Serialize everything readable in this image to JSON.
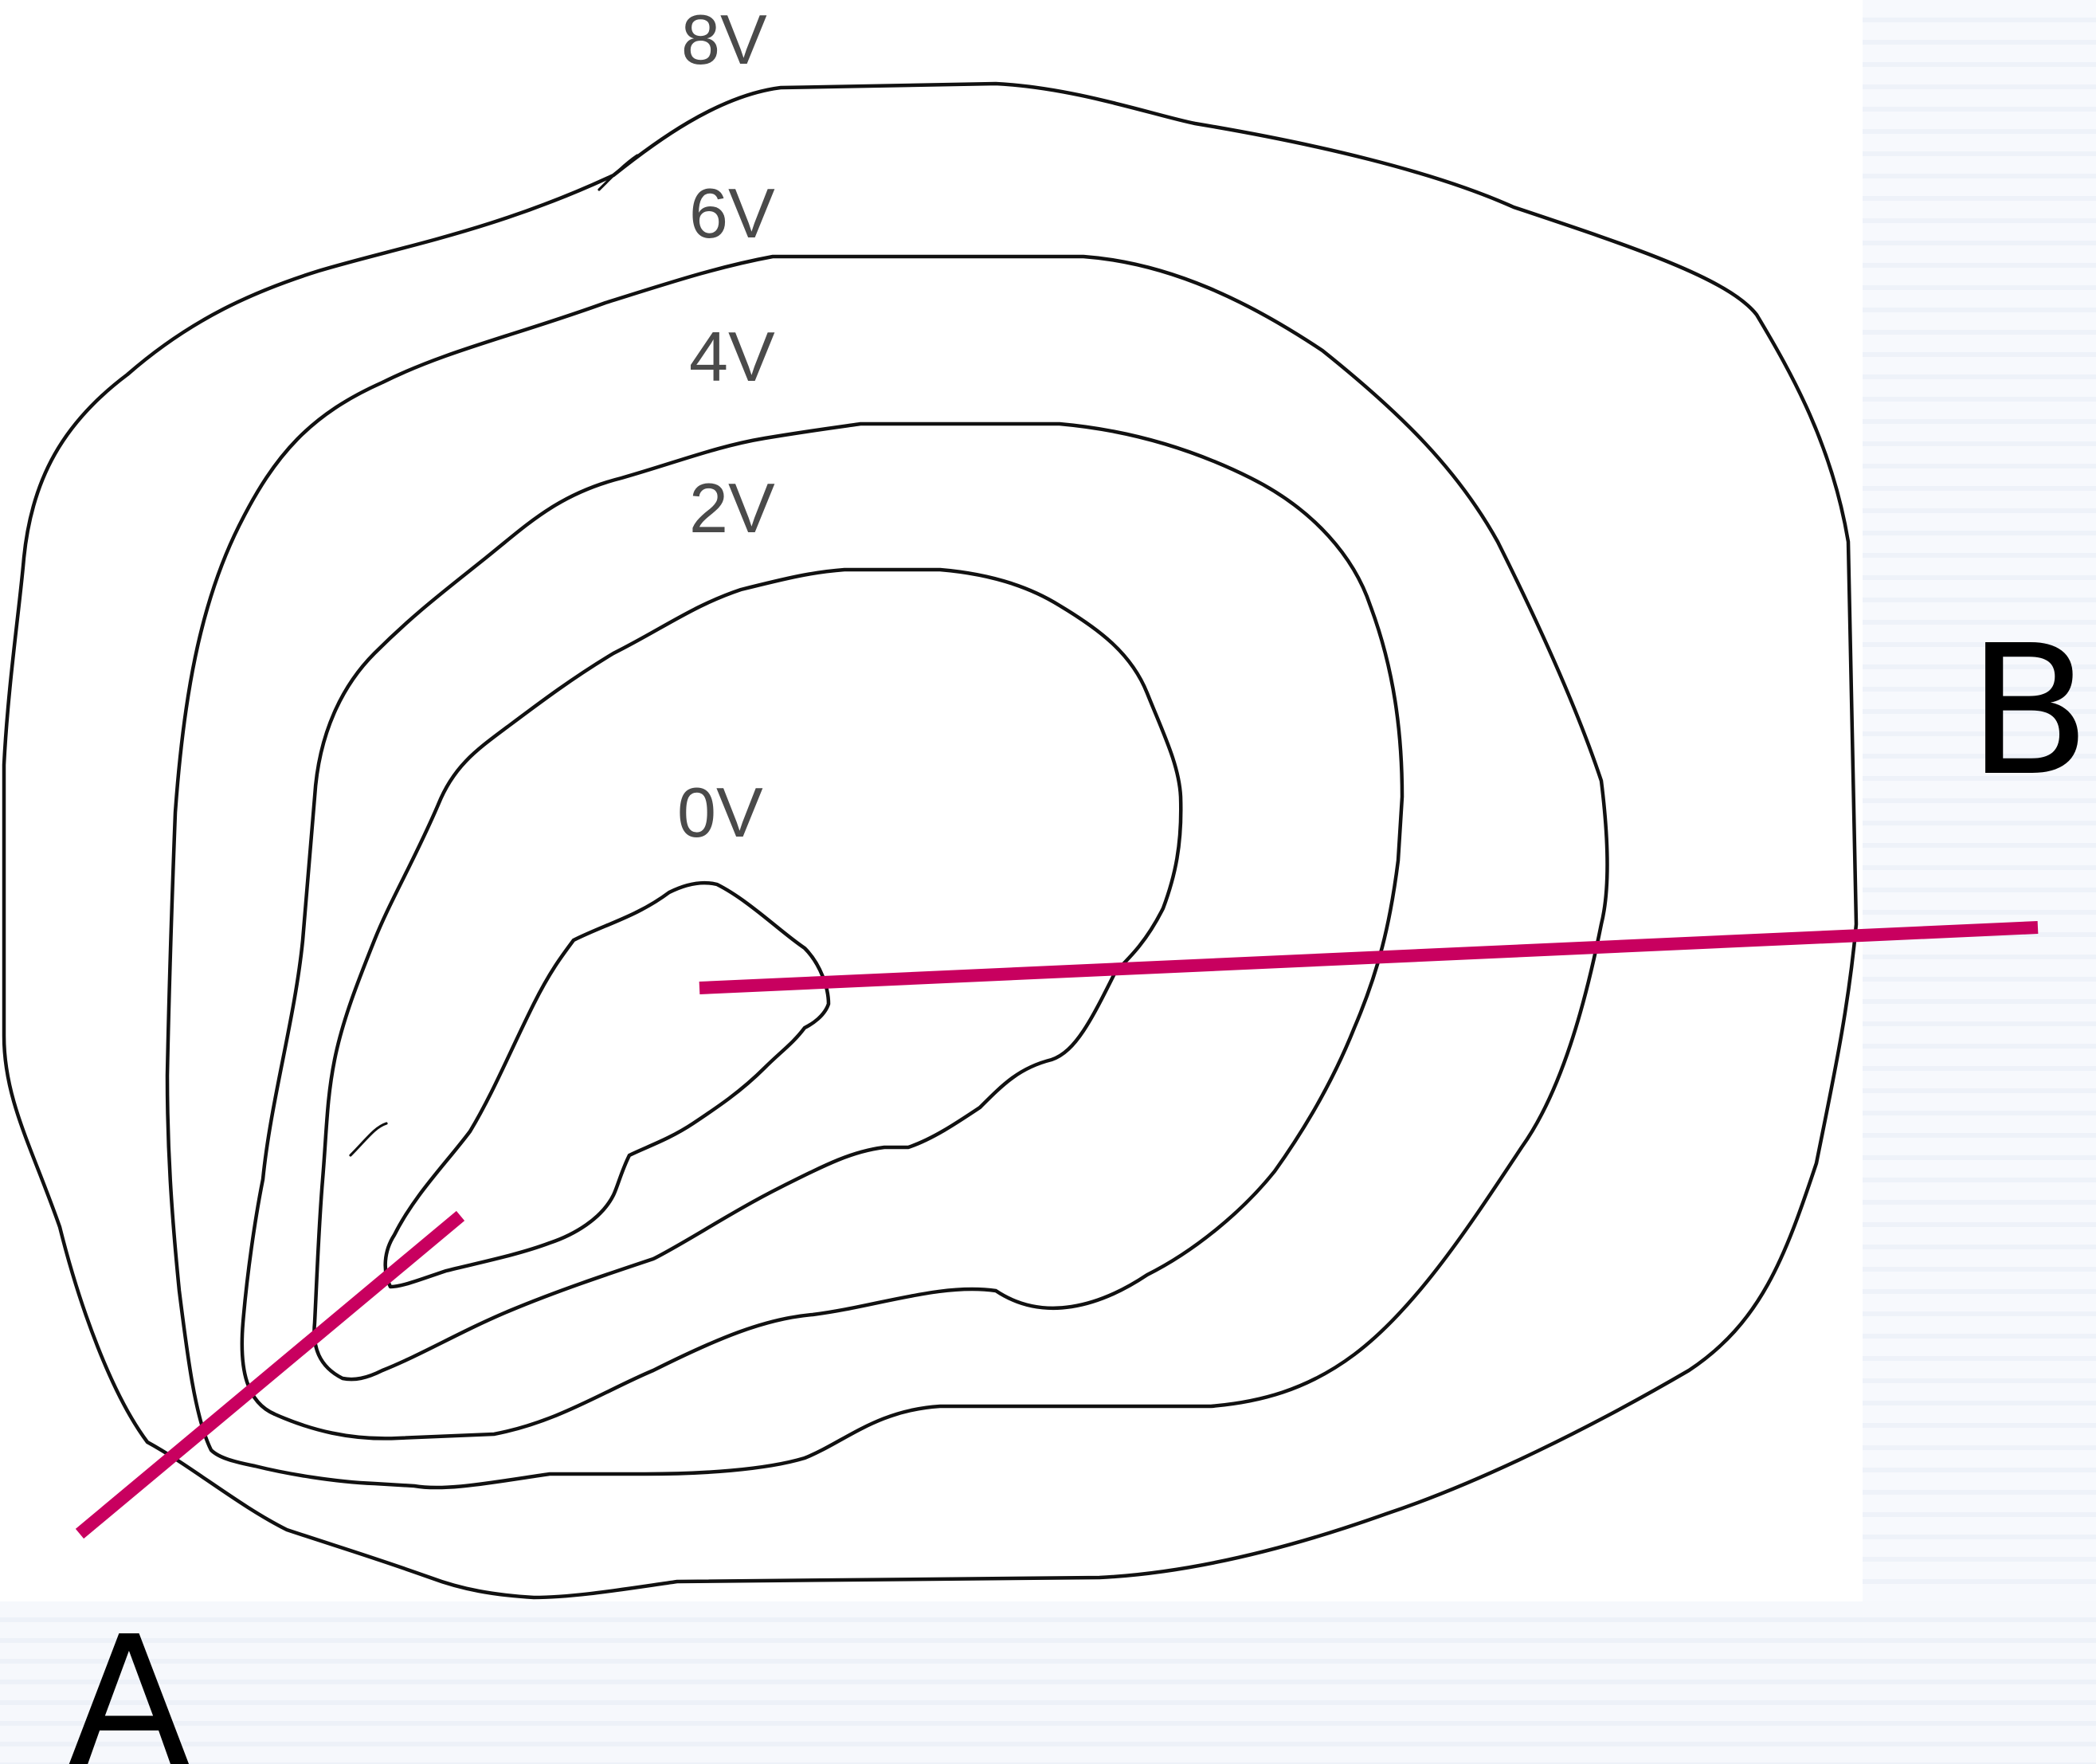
{
  "diagram": {
    "contour_labels": {
      "v8": "8V",
      "v6": "6V",
      "v4": "4V",
      "v2": "2V",
      "v0": "0V"
    },
    "points": {
      "a": "A",
      "b": "B"
    },
    "colors": {
      "contour_line": "#111111",
      "contour_label": "#4a4a4a",
      "probe_line": "#c8005f",
      "point_label": "#000000"
    }
  }
}
